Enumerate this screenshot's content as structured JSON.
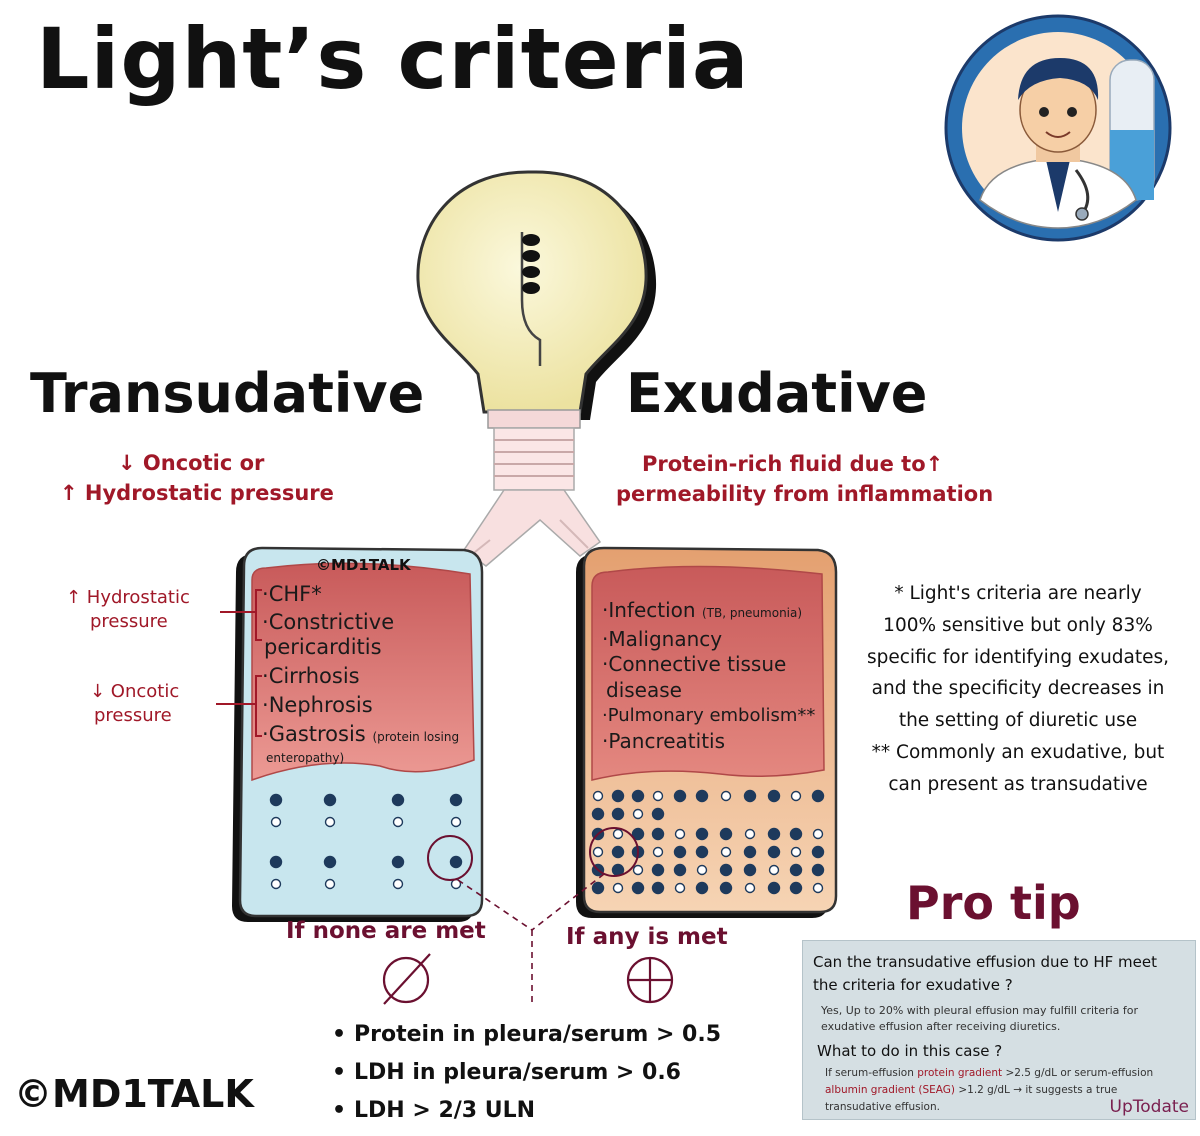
{
  "title": "Light’s criteria",
  "transudative": {
    "heading": "Transudative",
    "desc_line1": "↓ Oncotic or",
    "desc_line2": "↑ Hydrostatic pressure",
    "side_label_hydro_1": "↑ Hydrostatic",
    "side_label_hydro_2": "pressure",
    "side_label_onco_1": "↓ Oncotic",
    "side_label_onco_2": "pressure",
    "watermark": "©MD1TALK",
    "items": {
      "chf": "CHF*",
      "constrictive_1": "Constrictive",
      "constrictive_2": "pericarditis",
      "cirrhosis": "Cirrhosis",
      "nephrosis": "Nephrosis",
      "gastrosis": "Gastrosis",
      "gastrosis_note_1": "(protein losing",
      "gastrosis_note_2": "enteropathy)"
    },
    "condition": "If none are met"
  },
  "exudative": {
    "heading": "Exudative",
    "desc_line1": "Protein-rich fluid due to↑",
    "desc_line2": "permeability from inflammation",
    "items": {
      "infection": "Infection",
      "infection_note": "(TB, pneumonia)",
      "malignancy": "Malignancy",
      "connective_1": "Connective tissue",
      "connective_2": "disease",
      "pe": "Pulmonary embolism**",
      "pancreatitis": "Pancreatitis"
    },
    "condition": "If any is met"
  },
  "note": {
    "line1": "* Light's criteria are nearly",
    "line2": "100% sensitive but only 83%",
    "line3": "specific for identifying exudates,",
    "line4": "and the specificity decreases in",
    "line5": "the setting of diuretic use",
    "line6": "** Commonly an exudative, but",
    "line7": "can present as transudative"
  },
  "criteria": {
    "c1": "Protein in pleura/serum > 0.5",
    "c2": "LDH in pleura/serum > 0.6",
    "c3": "LDH > 2/3 ULN"
  },
  "brand": "©MD1TALK",
  "protip": {
    "heading": "Pro tip",
    "q1": "Can the transudative effusion due to HF meet the criteria for exudative ?",
    "a1": "Yes, Up to 20% with pleural effusion may fulfill criteria for exudative effusion after receiving diuretics.",
    "q2": "What to do in this case ?",
    "a2_part1": "If serum-effusion ",
    "a2_red1": "protein gradient",
    "a2_part2": " >2.5 g/dL or serum-effusion ",
    "a2_red2": "albumin gradient (SEAG)",
    "a2_part3": " >1.2 g/dL → it suggests a true transudative effusion.",
    "source": "UpTodate"
  },
  "colors": {
    "accent_red": "#a01828",
    "maroon": "#6b1030",
    "lung_red": "#d87470",
    "fluid_blue": "#c8e6ee",
    "fluid_orange": "#e8a878",
    "dot_navy": "#1e3a5c",
    "bulb_yellow": "#f4eeb8"
  },
  "icons": {
    "avatar": "doctor-avatar-icon",
    "none": "empty-set-icon",
    "any": "circled-plus-icon",
    "bulb": "light-bulb-icon"
  }
}
